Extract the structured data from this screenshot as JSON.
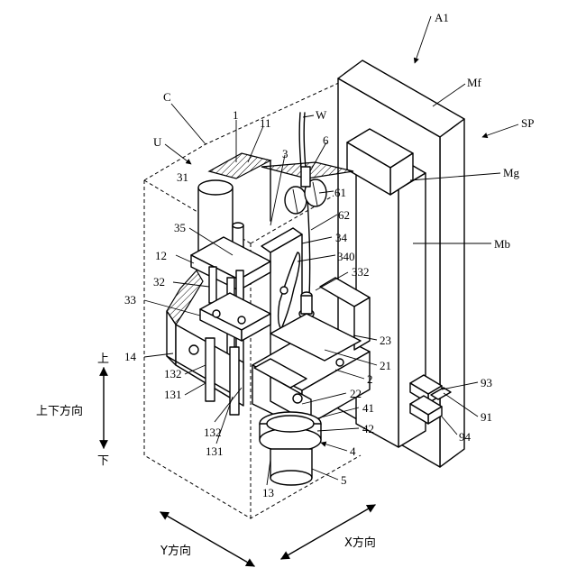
{
  "labels": {
    "A1": "A1",
    "Mf": "Mf",
    "SP": "SP",
    "C": "C",
    "U": "U",
    "W": "W",
    "l1": "1",
    "l11": "11",
    "l3": "3",
    "l6": "6",
    "l31": "31",
    "l61": "61",
    "l62": "62",
    "l34": "34",
    "l340": "340",
    "l332": "332",
    "l35": "35",
    "l12": "12",
    "l32": "32",
    "l33": "33",
    "l14": "14",
    "l132a": "132",
    "l131a": "131",
    "l132b": "132",
    "l131b": "131",
    "l13": "13",
    "l23": "23",
    "l21": "21",
    "l2": "2",
    "l22": "22",
    "l41": "41",
    "l42": "42",
    "l4": "4",
    "l5": "5",
    "Mg": "Mg",
    "Mb": "Mb",
    "l93": "93",
    "l91": "91",
    "l94": "94"
  },
  "axes": {
    "up": "上",
    "down": "下",
    "vertical": "上下方向",
    "x": "X方向",
    "y": "Y方向"
  }
}
